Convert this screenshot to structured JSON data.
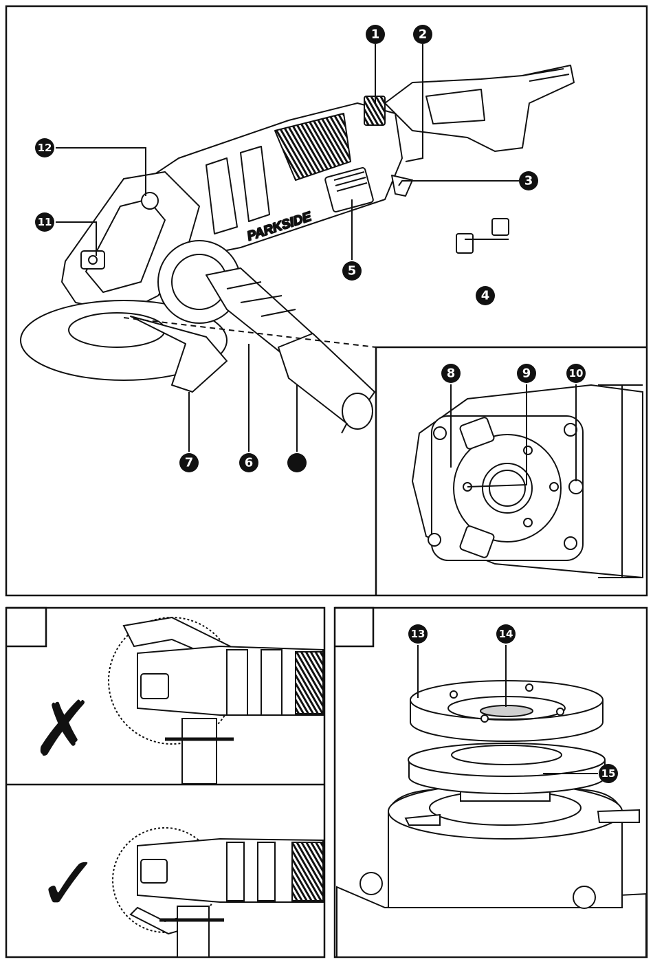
{
  "brand": "PARKSIDE",
  "callouts": {
    "c1": "1",
    "c2": "2",
    "c3": "3",
    "c4": "4",
    "c5": "5",
    "c6": "6",
    "c7": "7",
    "c8": "8",
    "c9": "9",
    "c10": "10",
    "c11": "11",
    "c12": "12",
    "c13": "13",
    "c14": "14",
    "c15": "15"
  },
  "panels": {
    "wrong_mark": "✗",
    "right_mark": "✓"
  },
  "colors": {
    "ink": "#111111",
    "paper": "#ffffff",
    "tone": "#cfcfcf"
  }
}
